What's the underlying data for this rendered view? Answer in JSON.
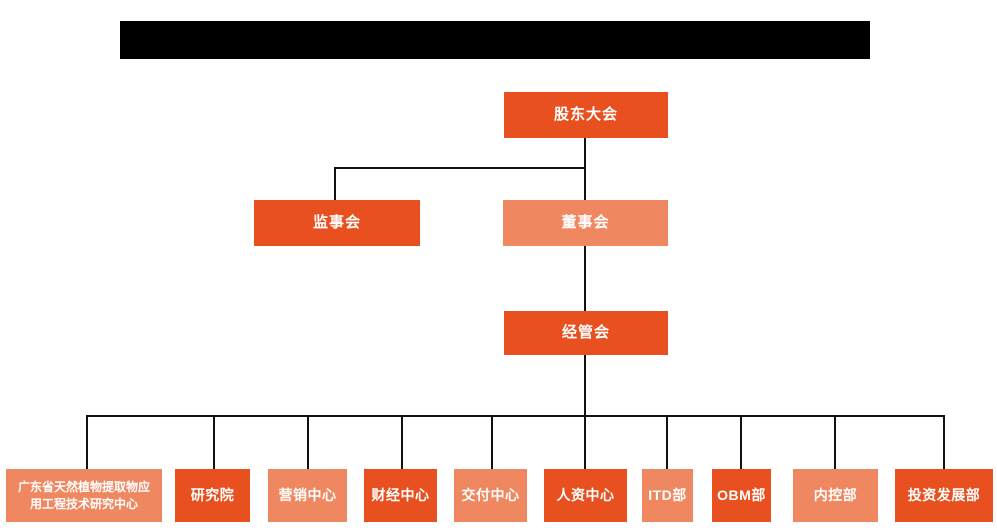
{
  "page": {
    "background": "#ffffff",
    "redacted_title_bar": {
      "present": true,
      "color": "#000000",
      "note": "solid black bar covering the chart title"
    }
  },
  "colors": {
    "page_bg": "#ffffff",
    "primary": "#e8501f",
    "secondary": "#ef8760",
    "connector": "#111111",
    "node_text": "#ffffff",
    "redacted": "#000000"
  },
  "org_chart": {
    "type": "org-hierarchy",
    "direction": "top-down",
    "nodes": [
      {
        "id": "shareholders-meeting",
        "label": "股东大会",
        "variant": "primary",
        "level": 1,
        "parent": null
      },
      {
        "id": "supervisory-board",
        "label": "监事会",
        "variant": "primary",
        "level": 2,
        "parent": "shareholders-meeting"
      },
      {
        "id": "board-of-directors",
        "label": "董事会",
        "variant": "secondary",
        "level": 2,
        "parent": "shareholders-meeting"
      },
      {
        "id": "management-committee",
        "label": "经管会",
        "variant": "primary",
        "level": 3,
        "parent": "board-of-directors"
      },
      {
        "id": "plant-extract-research-center",
        "label": "广东省天然植物提取物应\n用工程技术研究中心",
        "variant": "secondary",
        "level": 4,
        "parent": "management-committee"
      },
      {
        "id": "research-institute",
        "label": "研究院",
        "variant": "primary",
        "level": 4,
        "parent": "management-committee"
      },
      {
        "id": "marketing-center",
        "label": "营销中心",
        "variant": "secondary",
        "level": 4,
        "parent": "management-committee"
      },
      {
        "id": "finance-center",
        "label": "财经中心",
        "variant": "primary",
        "level": 4,
        "parent": "management-committee"
      },
      {
        "id": "delivery-center",
        "label": "交付中心",
        "variant": "secondary",
        "level": 4,
        "parent": "management-committee"
      },
      {
        "id": "hr-center",
        "label": "人资中心",
        "variant": "primary",
        "level": 4,
        "parent": "management-committee"
      },
      {
        "id": "itd-department",
        "label": "ITD部",
        "variant": "secondary",
        "level": 4,
        "parent": "management-committee"
      },
      {
        "id": "obm-department",
        "label": "OBM部",
        "variant": "primary",
        "level": 4,
        "parent": "management-committee"
      },
      {
        "id": "internal-control-department",
        "label": "内控部",
        "variant": "secondary",
        "level": 4,
        "parent": "management-committee"
      },
      {
        "id": "investment-development-department",
        "label": "投资发展部",
        "variant": "primary",
        "level": 4,
        "parent": "management-committee"
      }
    ]
  }
}
